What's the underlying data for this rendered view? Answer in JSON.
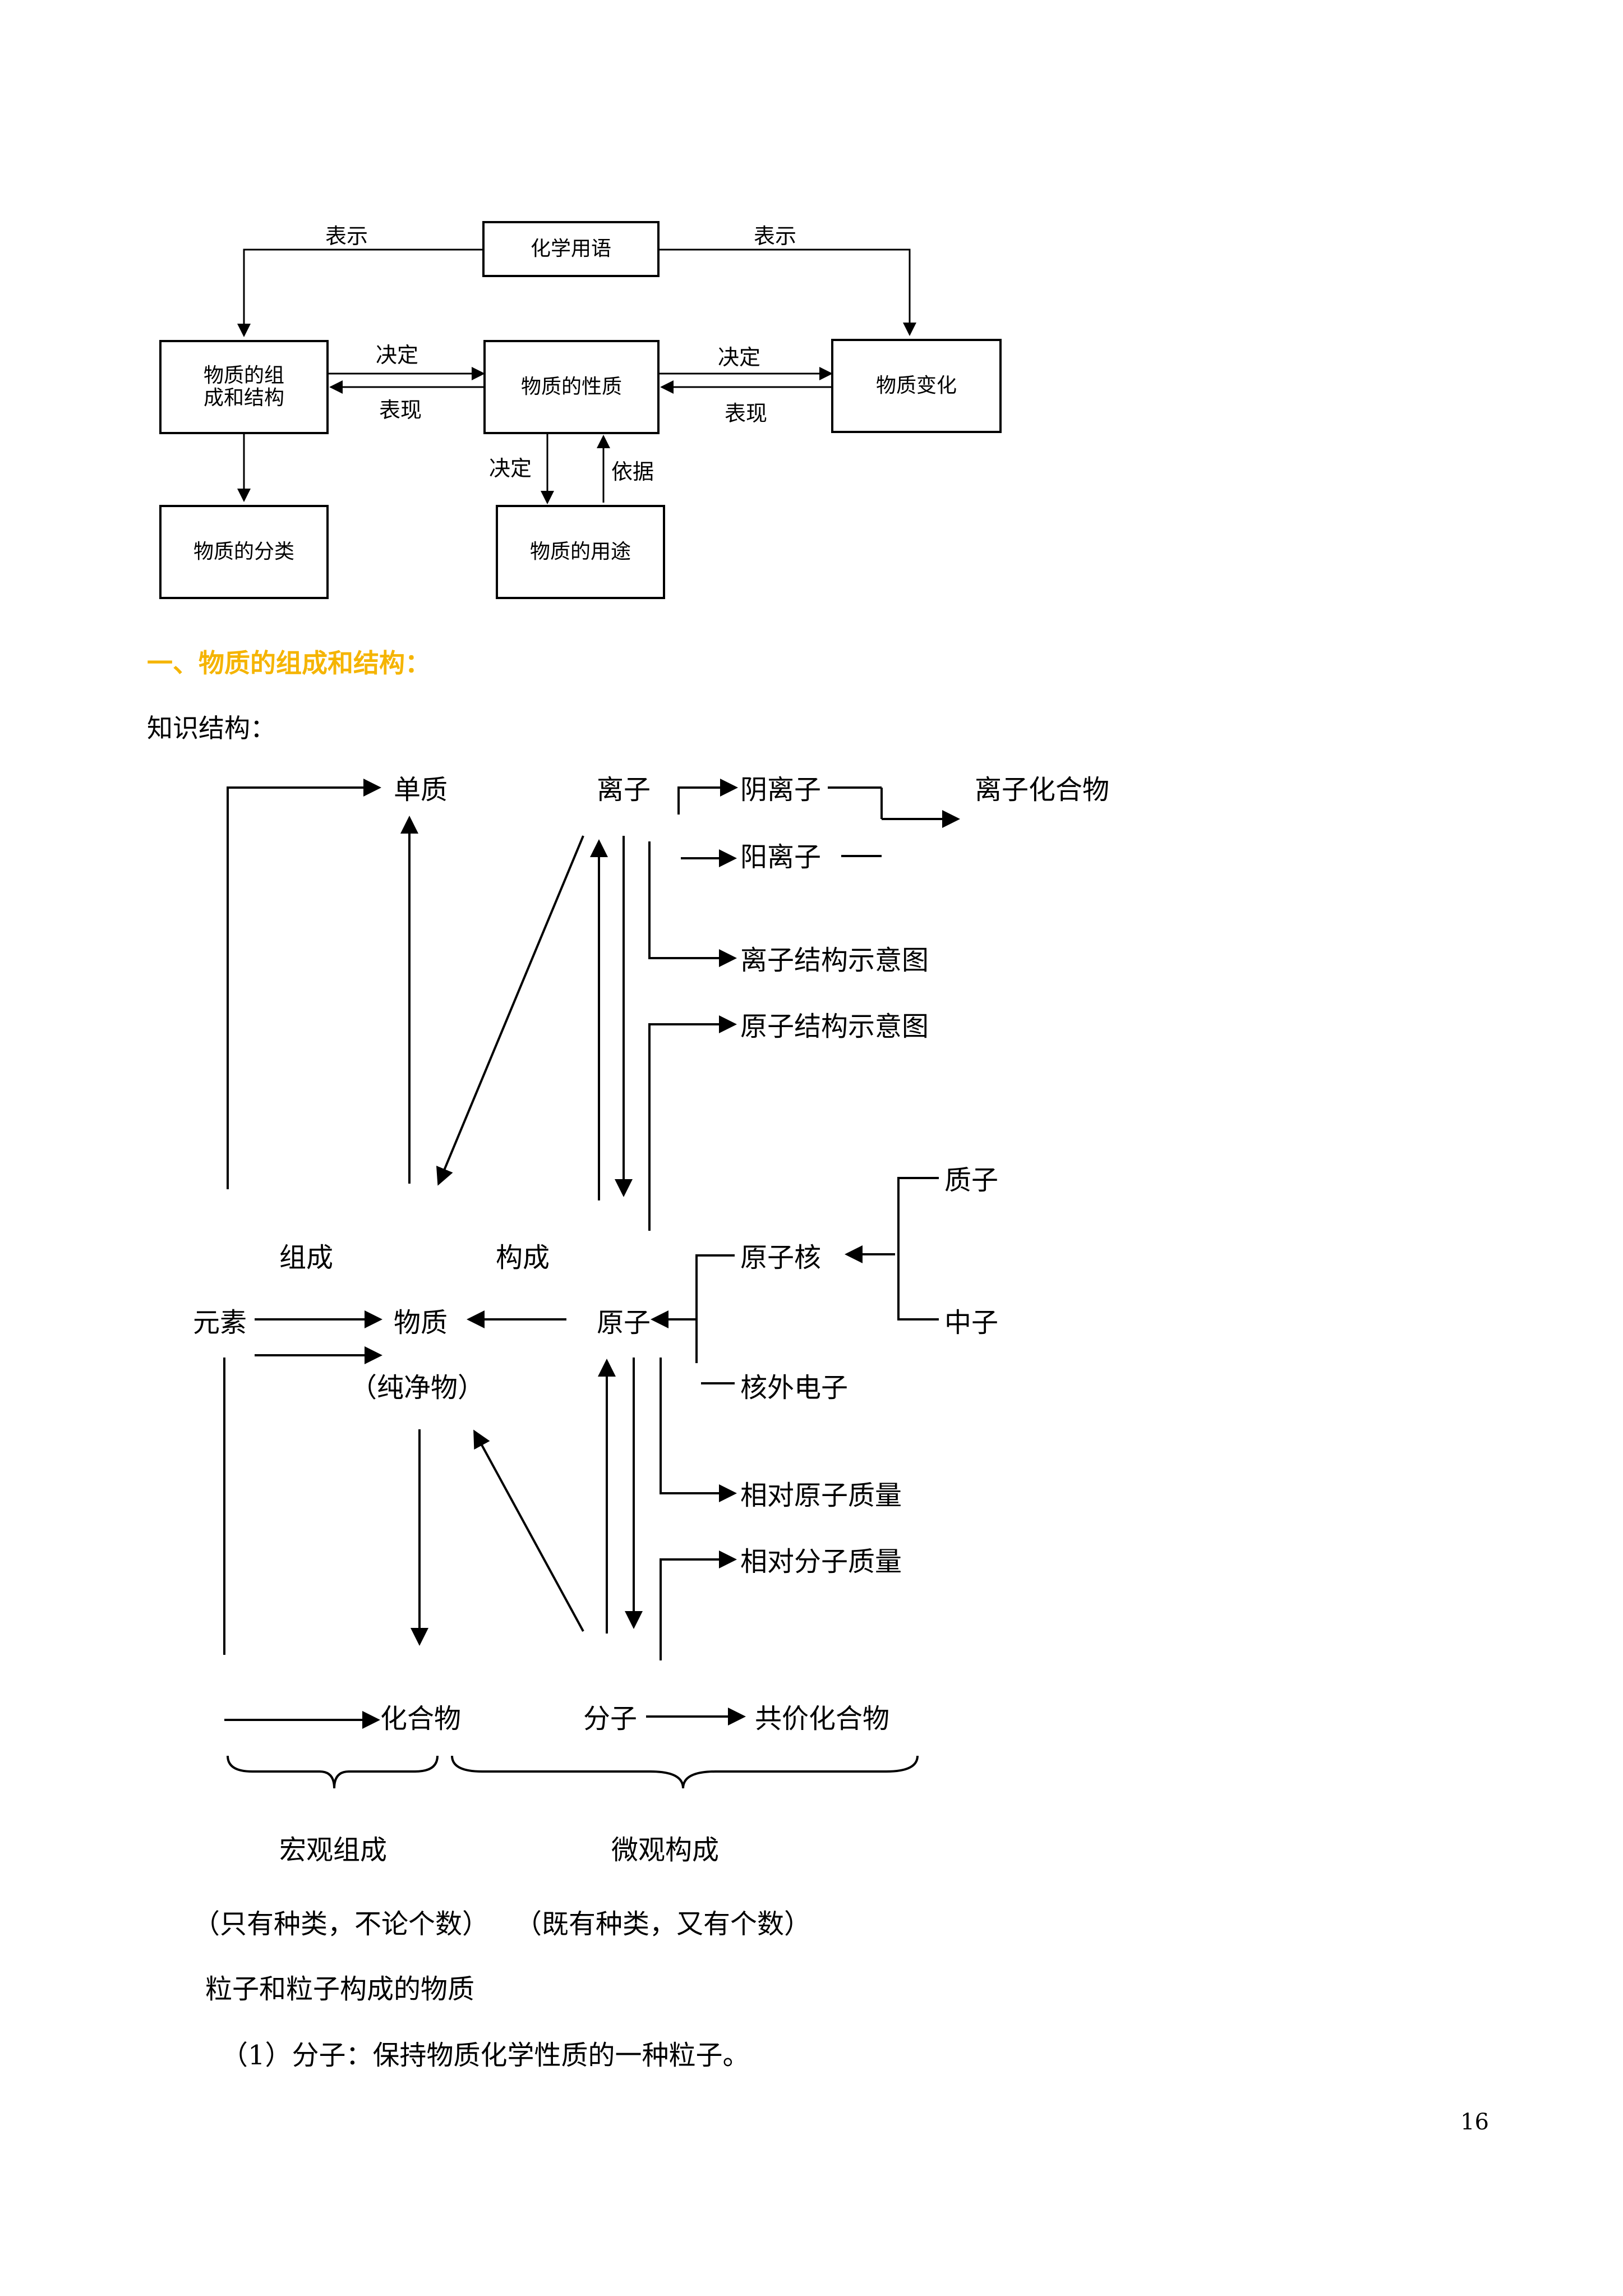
{
  "flowchart": {
    "boxes": {
      "chem_language": "化学用语",
      "composition": "物质的组\n成和结构",
      "properties": "物质的性质",
      "change": "物质变化",
      "classification": "物质的分类",
      "uses": "物质的用途"
    },
    "labels": {
      "represent_left": "表示",
      "represent_right": "表示",
      "decide_left": "决定",
      "show_left": "表现",
      "decide_right": "决定",
      "show_right": "表现",
      "decide_down": "决定",
      "basis_up": "依据"
    }
  },
  "section": {
    "heading": "一、物质的组成和结构：",
    "subheading": "知识结构："
  },
  "knowledge": {
    "simple_substance": "单质",
    "ion": "离子",
    "anion": "阴离子",
    "cation": "阳离子",
    "ionic_compound": "离子化合物",
    "ion_structure": "离子结构示意图",
    "atom_structure": "原子结构示意图",
    "proton": "质子",
    "compose": "组成",
    "construct": "构成",
    "nucleus": "原子核",
    "element": "元素",
    "substance": "物质",
    "atom": "原子",
    "neutron": "中子",
    "pure": "（纯净物）",
    "electron": "核外电子",
    "rel_atomic_mass": "相对原子质量",
    "rel_molecular_mass": "相对分子质量",
    "compound": "化合物",
    "molecule": "分子",
    "covalent_compound": "共价化合物",
    "macro": "宏观组成",
    "micro": "微观构成",
    "macro_note": "（只有种类，不论个数）",
    "micro_note": "（既有种类，又有个数）"
  },
  "body": {
    "line1": "粒子和粒子构成的物质",
    "line2": "（1）分子：保持物质化学性质的一种粒子。"
  },
  "page_number": "16"
}
